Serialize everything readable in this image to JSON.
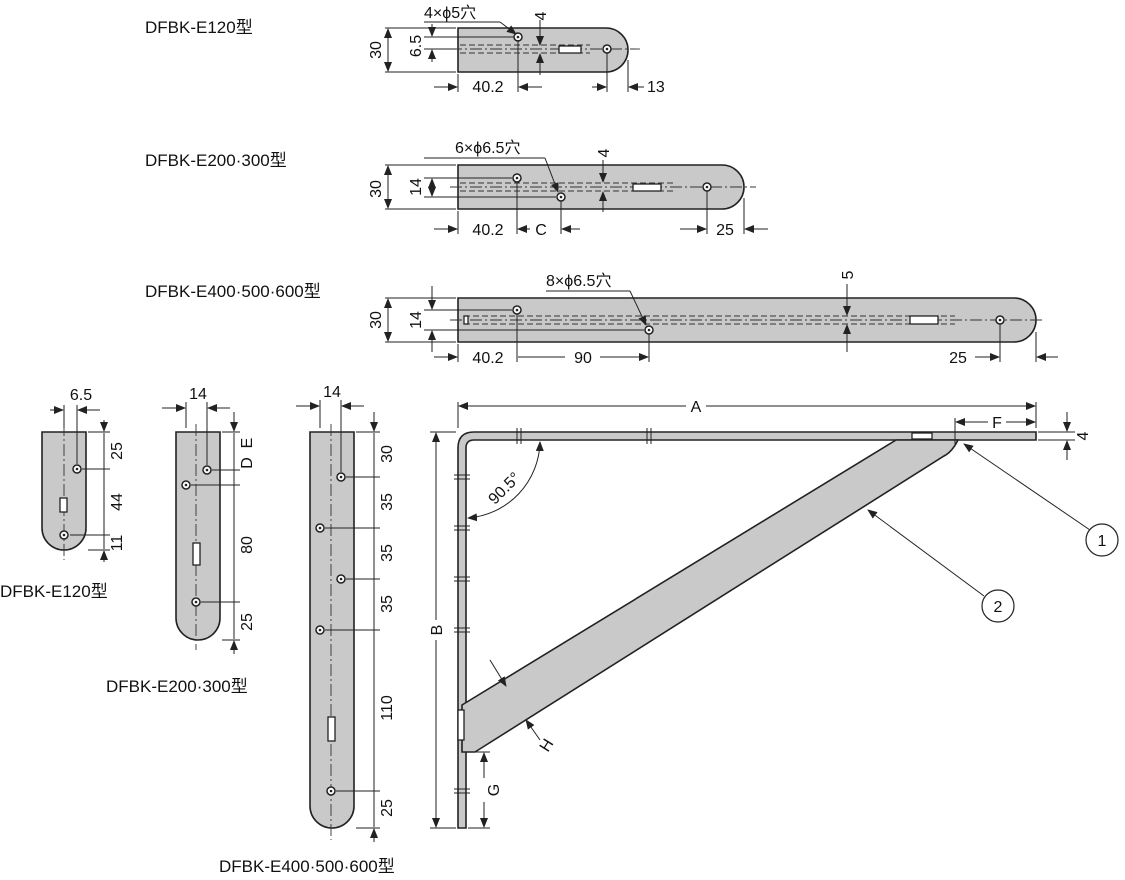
{
  "models": {
    "e120": "DFBK-E120型",
    "e200": "DFBK-E200·300型",
    "e400": "DFBK-E400·500·600型"
  },
  "holes": {
    "e120": "4×ϕ5穴",
    "e200": "6×ϕ6.5穴",
    "e400": "8×ϕ6.5穴"
  },
  "dims": {
    "d30": "30",
    "d6_5": "6.5",
    "d4": "4",
    "d40_2": "40.2",
    "d13": "13",
    "d14": "14",
    "dC": "C",
    "d25": "25",
    "d5": "5",
    "d90": "90",
    "d44": "44",
    "d11": "11",
    "dD": "D",
    "dE": "E",
    "d80": "80",
    "d35": "35",
    "d110": "110",
    "dA": "A",
    "dB": "B",
    "dF": "F",
    "dG": "G",
    "dH": "H",
    "angle": "90.5°"
  },
  "callouts": {
    "c1": "1",
    "c2": "2"
  }
}
